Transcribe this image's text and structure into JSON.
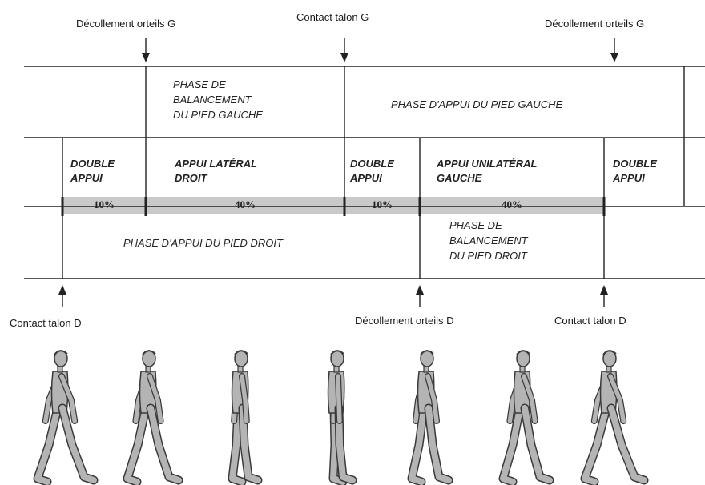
{
  "events_top": {
    "left": "Décollement orteils G",
    "middle": "Contact talon G",
    "right": "Décollement orteils G"
  },
  "events_bottom": {
    "left": "Contact talon D",
    "middle": "Décollement orteils D",
    "right": "Contact talon D"
  },
  "left_foot": {
    "swing_lines": [
      "PHASE DE",
      "BALANCEMENT",
      "DU PIED GAUCHE"
    ],
    "stance": "PHASE D'APPUI DU PIED GAUCHE"
  },
  "right_foot": {
    "stance": "PHASE D'APPUI DU PIED DROIT",
    "swing_lines": [
      "PHASE DE",
      "BALANCEMENT",
      "DU PIED DROIT"
    ]
  },
  "support_phases": [
    {
      "lines": [
        "DOUBLE",
        "APPUI"
      ],
      "percent": "10%"
    },
    {
      "lines": [
        "APPUI LATÉRAL",
        "DROIT"
      ],
      "percent": "40%"
    },
    {
      "lines": [
        "DOUBLE",
        "APPUI"
      ],
      "percent": "10%"
    },
    {
      "lines": [
        "APPUI UNILATÉRAL",
        "GAUCHE"
      ],
      "percent": "40%"
    },
    {
      "lines": [
        "DOUBLE",
        "APPUI"
      ],
      "percent": ""
    }
  ],
  "colors": {
    "line": "#222222",
    "percent_band": "#c9c9c9",
    "figure_fill": "#b4b4b4",
    "figure_stroke": "#3a3a3a"
  },
  "figures_count_shown": 7
}
